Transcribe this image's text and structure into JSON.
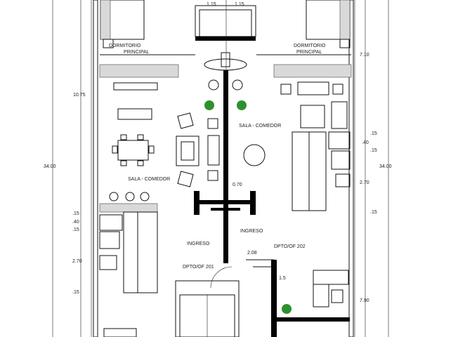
{
  "rooms": {
    "left_bedroom": {
      "label1": "DORMITORIO",
      "label2": "PRINCIPAL"
    },
    "right_bedroom": {
      "label1": "DORMITORIO",
      "label2": "PRINCIPAL"
    },
    "left_living": "SALA - COMEDOR",
    "right_living": "SALA - COMEDOR",
    "left_entry": "INGRESO",
    "right_entry": "INGRESO",
    "unit_201": "DPTO/OF 201",
    "unit_202": "DPTO/OF 202"
  },
  "dimensions": {
    "top_left": "1.15",
    "top_right": "1.15",
    "left_height": "10.75",
    "left_total": "34.00",
    "right_total": "34.00",
    "right_top": "7.10",
    "right_mid": "2.70",
    "right_bottom": "7.90",
    "r_a": ".15",
    "r_b": ".40",
    "r_c": ".15",
    "r_d": ".15",
    "l_a": ".15",
    "l_b": ".40",
    "l_c": ".15",
    "l_d": "2.70",
    "l_e": ".15",
    "center_small": "0.70",
    "corridor": "2.08",
    "door_h": "1.5"
  }
}
